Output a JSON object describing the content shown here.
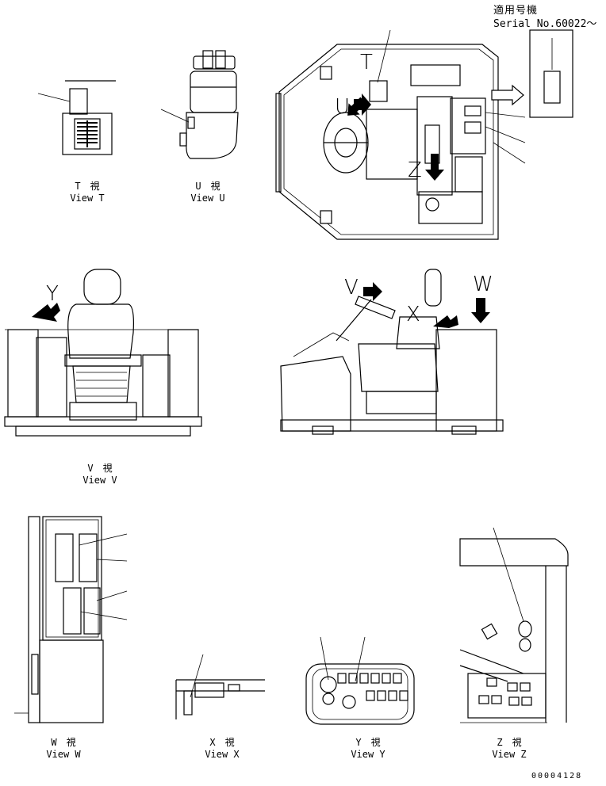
{
  "serial": {
    "line1": "適用号機",
    "line2": "Serial No.60022～"
  },
  "views": {
    "t": {
      "jp": "T　視",
      "en": "View T"
    },
    "u": {
      "jp": "U　視",
      "en": "View U"
    },
    "v": {
      "jp": "V　視",
      "en": "View V"
    },
    "w": {
      "jp": "W　視",
      "en": "View W"
    },
    "x": {
      "jp": "X　視",
      "en": "View X"
    },
    "y": {
      "jp": "Y　視",
      "en": "View Y"
    },
    "z": {
      "jp": "Z　視",
      "en": "View Z"
    }
  },
  "arrow_letters": {
    "t": "T",
    "u": "U",
    "z": "Z",
    "y": "Y",
    "v": "V",
    "x": "X",
    "w": "W"
  },
  "drawing_number": "00004128"
}
